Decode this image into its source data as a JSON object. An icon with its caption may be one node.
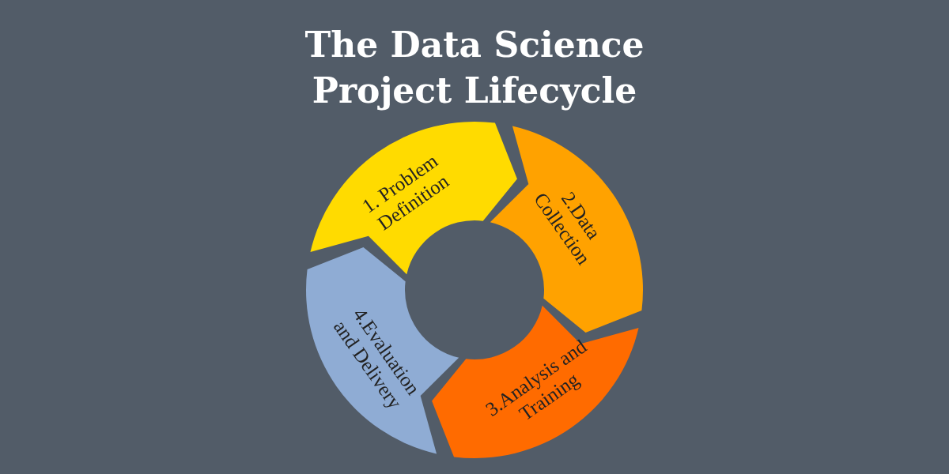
{
  "diagram": {
    "title": "The Data Science Project Lifecycle",
    "nodes": [
      {
        "text": [
          "1. Problem Definition"
        ]
      },
      {
        "text": [
          "2.Data Collection"
        ]
      },
      {
        "text": [
          "3.Analysis and Training"
        ]
      },
      {
        "text": [
          "4.Evaluation and Delivery"
        ]
      }
    ]
  }
}
